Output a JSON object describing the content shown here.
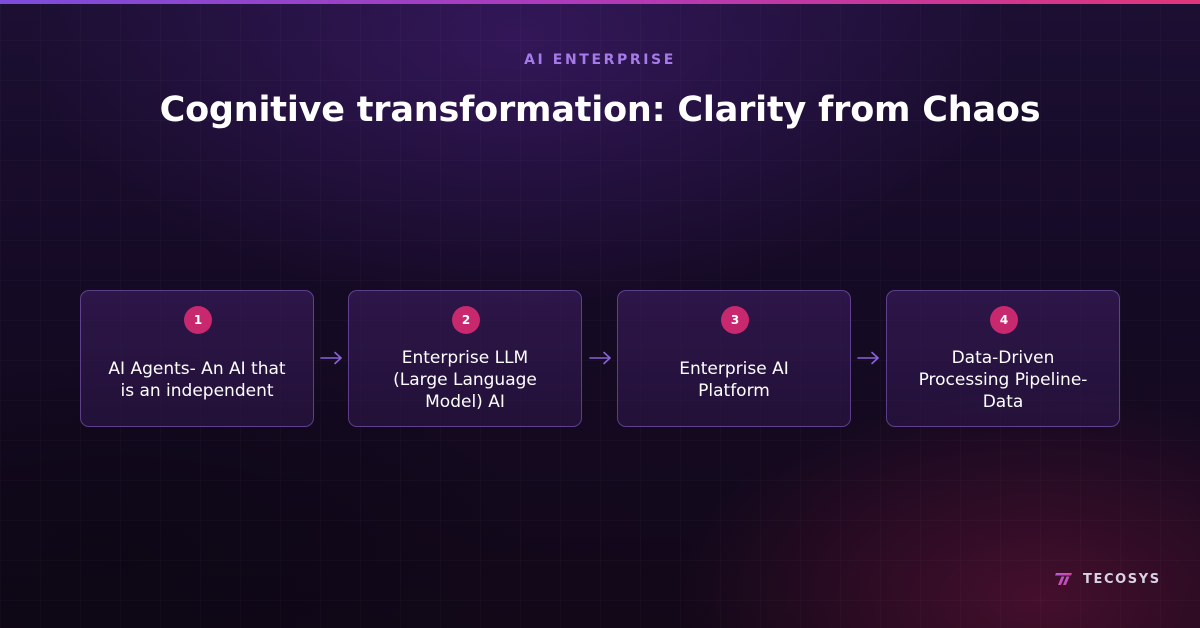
{
  "header": {
    "eyebrow": "AI ENTERPRISE",
    "title": "Cognitive transformation: Clarity from Chaos"
  },
  "steps": [
    {
      "number": "1",
      "lines": [
        "AI Agents- An AI that",
        "is an independent"
      ]
    },
    {
      "number": "2",
      "lines": [
        "Enterprise LLM",
        "(Large Language",
        "Model) AI"
      ]
    },
    {
      "number": "3",
      "lines": [
        "Enterprise AI",
        "Platform"
      ]
    },
    {
      "number": "4",
      "lines": [
        "Data-Driven",
        "Processing Pipeline-",
        "Data"
      ]
    }
  ],
  "brand": {
    "name": "TECOSYS",
    "logo_icon": "brand-slash-mark-icon"
  },
  "colors": {
    "accent_top_bar_start": "#7c4ddb",
    "accent_top_bar_end": "#e0357a",
    "eyebrow": "#a47be8",
    "badge": "#c8286e",
    "arrow": "#8a63d6",
    "card_border": "#7f5ac0"
  }
}
